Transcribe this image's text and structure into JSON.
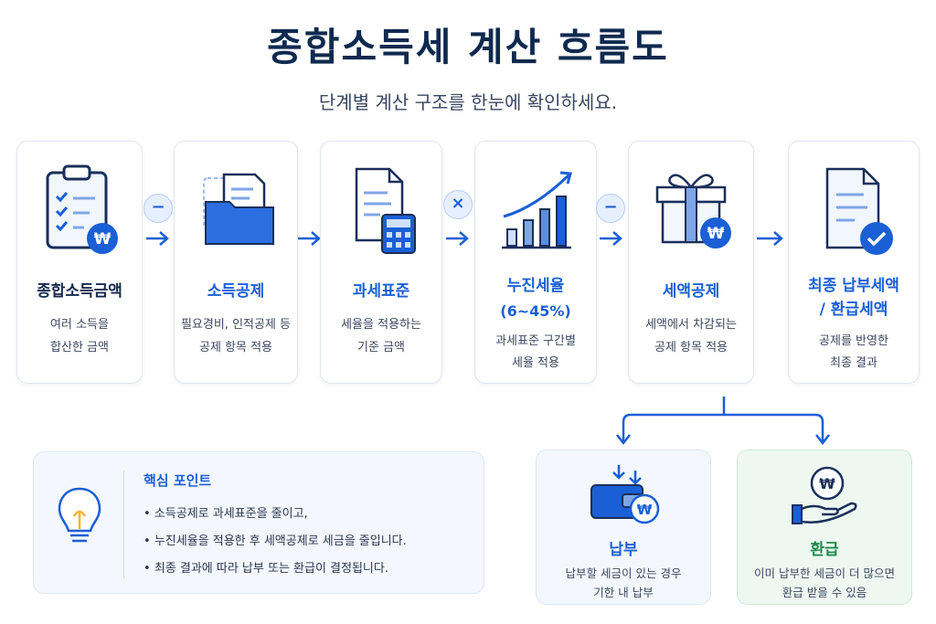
{
  "title": "종합소득세 계산 흐름도",
  "subtitle": "단계별 계산 구조를 한눈에 확인하세요.",
  "steps": [
    {
      "name": "종합소득금액",
      "desc1": "여러 소득을",
      "desc2": "합산한 금액",
      "icon": "clipboard-won-icon"
    },
    {
      "name": "소득공제",
      "desc1": "필요경비, 인적공제 등",
      "desc2": "공제 항목 적용",
      "icon": "folder-document-icon"
    },
    {
      "name": "과세표준",
      "desc1": "세율을 적용하는",
      "desc2": "기준 금액",
      "icon": "document-calculator-icon"
    },
    {
      "name": "누진세율",
      "name2": "(6~45%)",
      "desc1": "과세표준 구간별",
      "desc2": "세율 적용",
      "icon": "bar-chart-trend-icon"
    },
    {
      "name": "세액공제",
      "desc1": "세액에서 차감되는",
      "desc2": "공제 항목 적용",
      "icon": "gift-won-icon"
    },
    {
      "name": "최종 납부세액",
      "name2": "/ 환급세액",
      "desc1": "공제를 반영한",
      "desc2": "최종 결과",
      "icon": "document-check-icon"
    }
  ],
  "operators": [
    "−",
    "×",
    "−"
  ],
  "tips": {
    "title": "핵심 포인트",
    "items": [
      "소득공제로 과세표준을 줄이고,",
      "누진세율을 적용한 후 세액공제로 세금을 줄입니다.",
      "최종 결과에 따라 납부 또는 환급이 결정됩니다."
    ],
    "icon": "lightbulb-icon"
  },
  "results": [
    {
      "title": "납부",
      "desc1": "납부할 세금이 있는 경우",
      "desc2": "기한 내 납부",
      "icon": "wallet-won-icon",
      "color": "#1a5fd6"
    },
    {
      "title": "환급",
      "desc1": "이미 납부한 세금이 더 많으면",
      "desc2": "환급 받을 수 있음",
      "icon": "hand-coin-icon",
      "color": "#1f8a4c"
    }
  ],
  "colors": {
    "accent": "#1a5fd6",
    "refund": "#1f8a4c"
  }
}
